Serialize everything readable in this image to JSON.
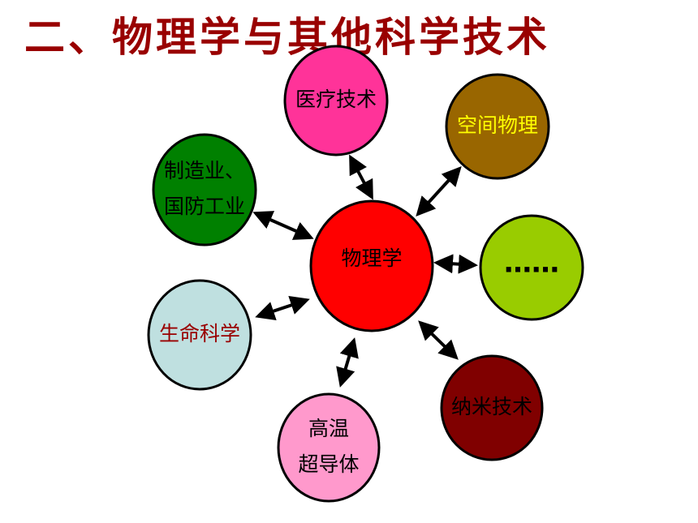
{
  "title": "二、物理学与其他科学技术",
  "center": {
    "label": "物理学",
    "fill": "#ff0000",
    "text_color": "#000000"
  },
  "nodes": [
    {
      "id": "medical",
      "lines": [
        "医疗技术"
      ],
      "fill": "#ff3399",
      "text_color": "#000000"
    },
    {
      "id": "space",
      "lines": [
        "空间物理"
      ],
      "fill": "#996600",
      "text_color": "#ffff00"
    },
    {
      "id": "more",
      "lines": [
        "……"
      ],
      "fill": "#99cc00",
      "text_color": "#000000"
    },
    {
      "id": "nano",
      "lines": [
        "纳米技术"
      ],
      "fill": "#800000",
      "text_color": "#000000"
    },
    {
      "id": "superconductor",
      "lines": [
        "高温",
        "超导体"
      ],
      "fill": "#ff99cc",
      "text_color": "#000000"
    },
    {
      "id": "life",
      "lines": [
        "生命科学"
      ],
      "fill": "#bfe0e0",
      "text_color": "#990000"
    },
    {
      "id": "manufacturing",
      "lines": [
        "制造业、",
        "国防工业"
      ],
      "fill": "#008000",
      "text_color": "#000000"
    }
  ]
}
